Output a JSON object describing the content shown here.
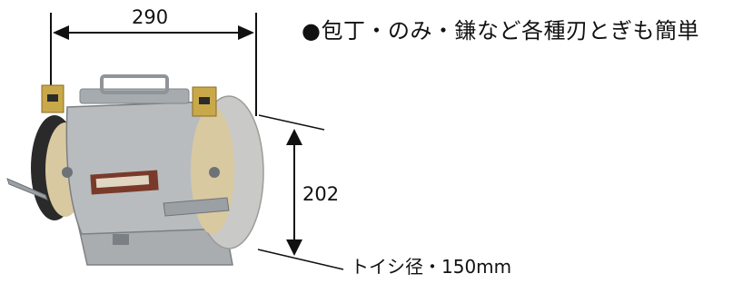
{
  "product_figure": {
    "width_dimension": "290",
    "height_dimension": "202",
    "feature_caption": "●包丁・のみ・鎌など各種刃とぎも簡単",
    "wheel_diameter_caption": "トイシ径・150mm"
  },
  "colors": {
    "ink": "#111111",
    "body_gray": "#b8bcbf",
    "wheel_gray": "#c9c9c7",
    "stone_tan": "#d9c9a0",
    "bracket_gold": "#c9a84a"
  }
}
